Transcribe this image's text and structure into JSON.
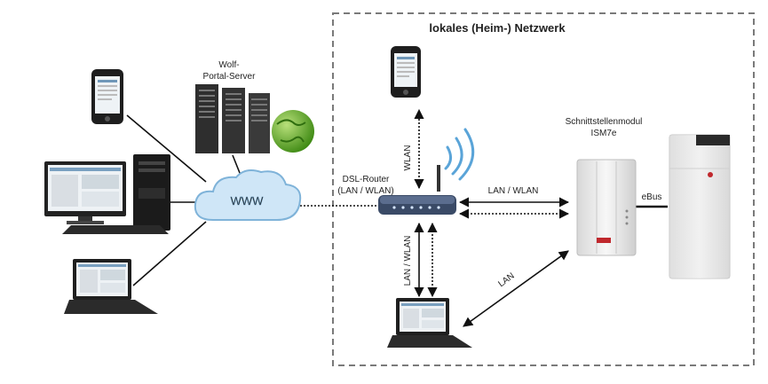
{
  "network": {
    "title": "lokales (Heim-) Netzwerk"
  },
  "labels": {
    "server_line1": "Wolf-",
    "server_line2": "Portal-Server",
    "www": "WWW",
    "router_line1": "DSL-Router",
    "router_line2": "(LAN / WLAN)",
    "wlan": "WLAN",
    "lan_wlan_vertical": "LAN / WLAN",
    "lan_wlan_horizontal": "LAN / WLAN",
    "lan": "LAN",
    "module_line1": "Schnittstellenmodul",
    "module_line2": "ISM7e",
    "ebus": "eBus"
  },
  "colors": {
    "frame_dash": "#7a7a7a",
    "cloud_fill": "#cfe6f7",
    "cloud_stroke": "#7fb3d9",
    "wifi": "#5aa4d8",
    "globe": "#6bb52a",
    "server": "#2e2e2e",
    "screen": "#e8eef3",
    "boiler": "#e9e9e9"
  },
  "icons": [
    "smartphone-icon",
    "desktop-pc-icon",
    "laptop-icon",
    "server-rack-icon",
    "globe-icon",
    "cloud-icon",
    "router-icon",
    "wifi-icon",
    "interface-module-icon",
    "boiler-icon"
  ]
}
